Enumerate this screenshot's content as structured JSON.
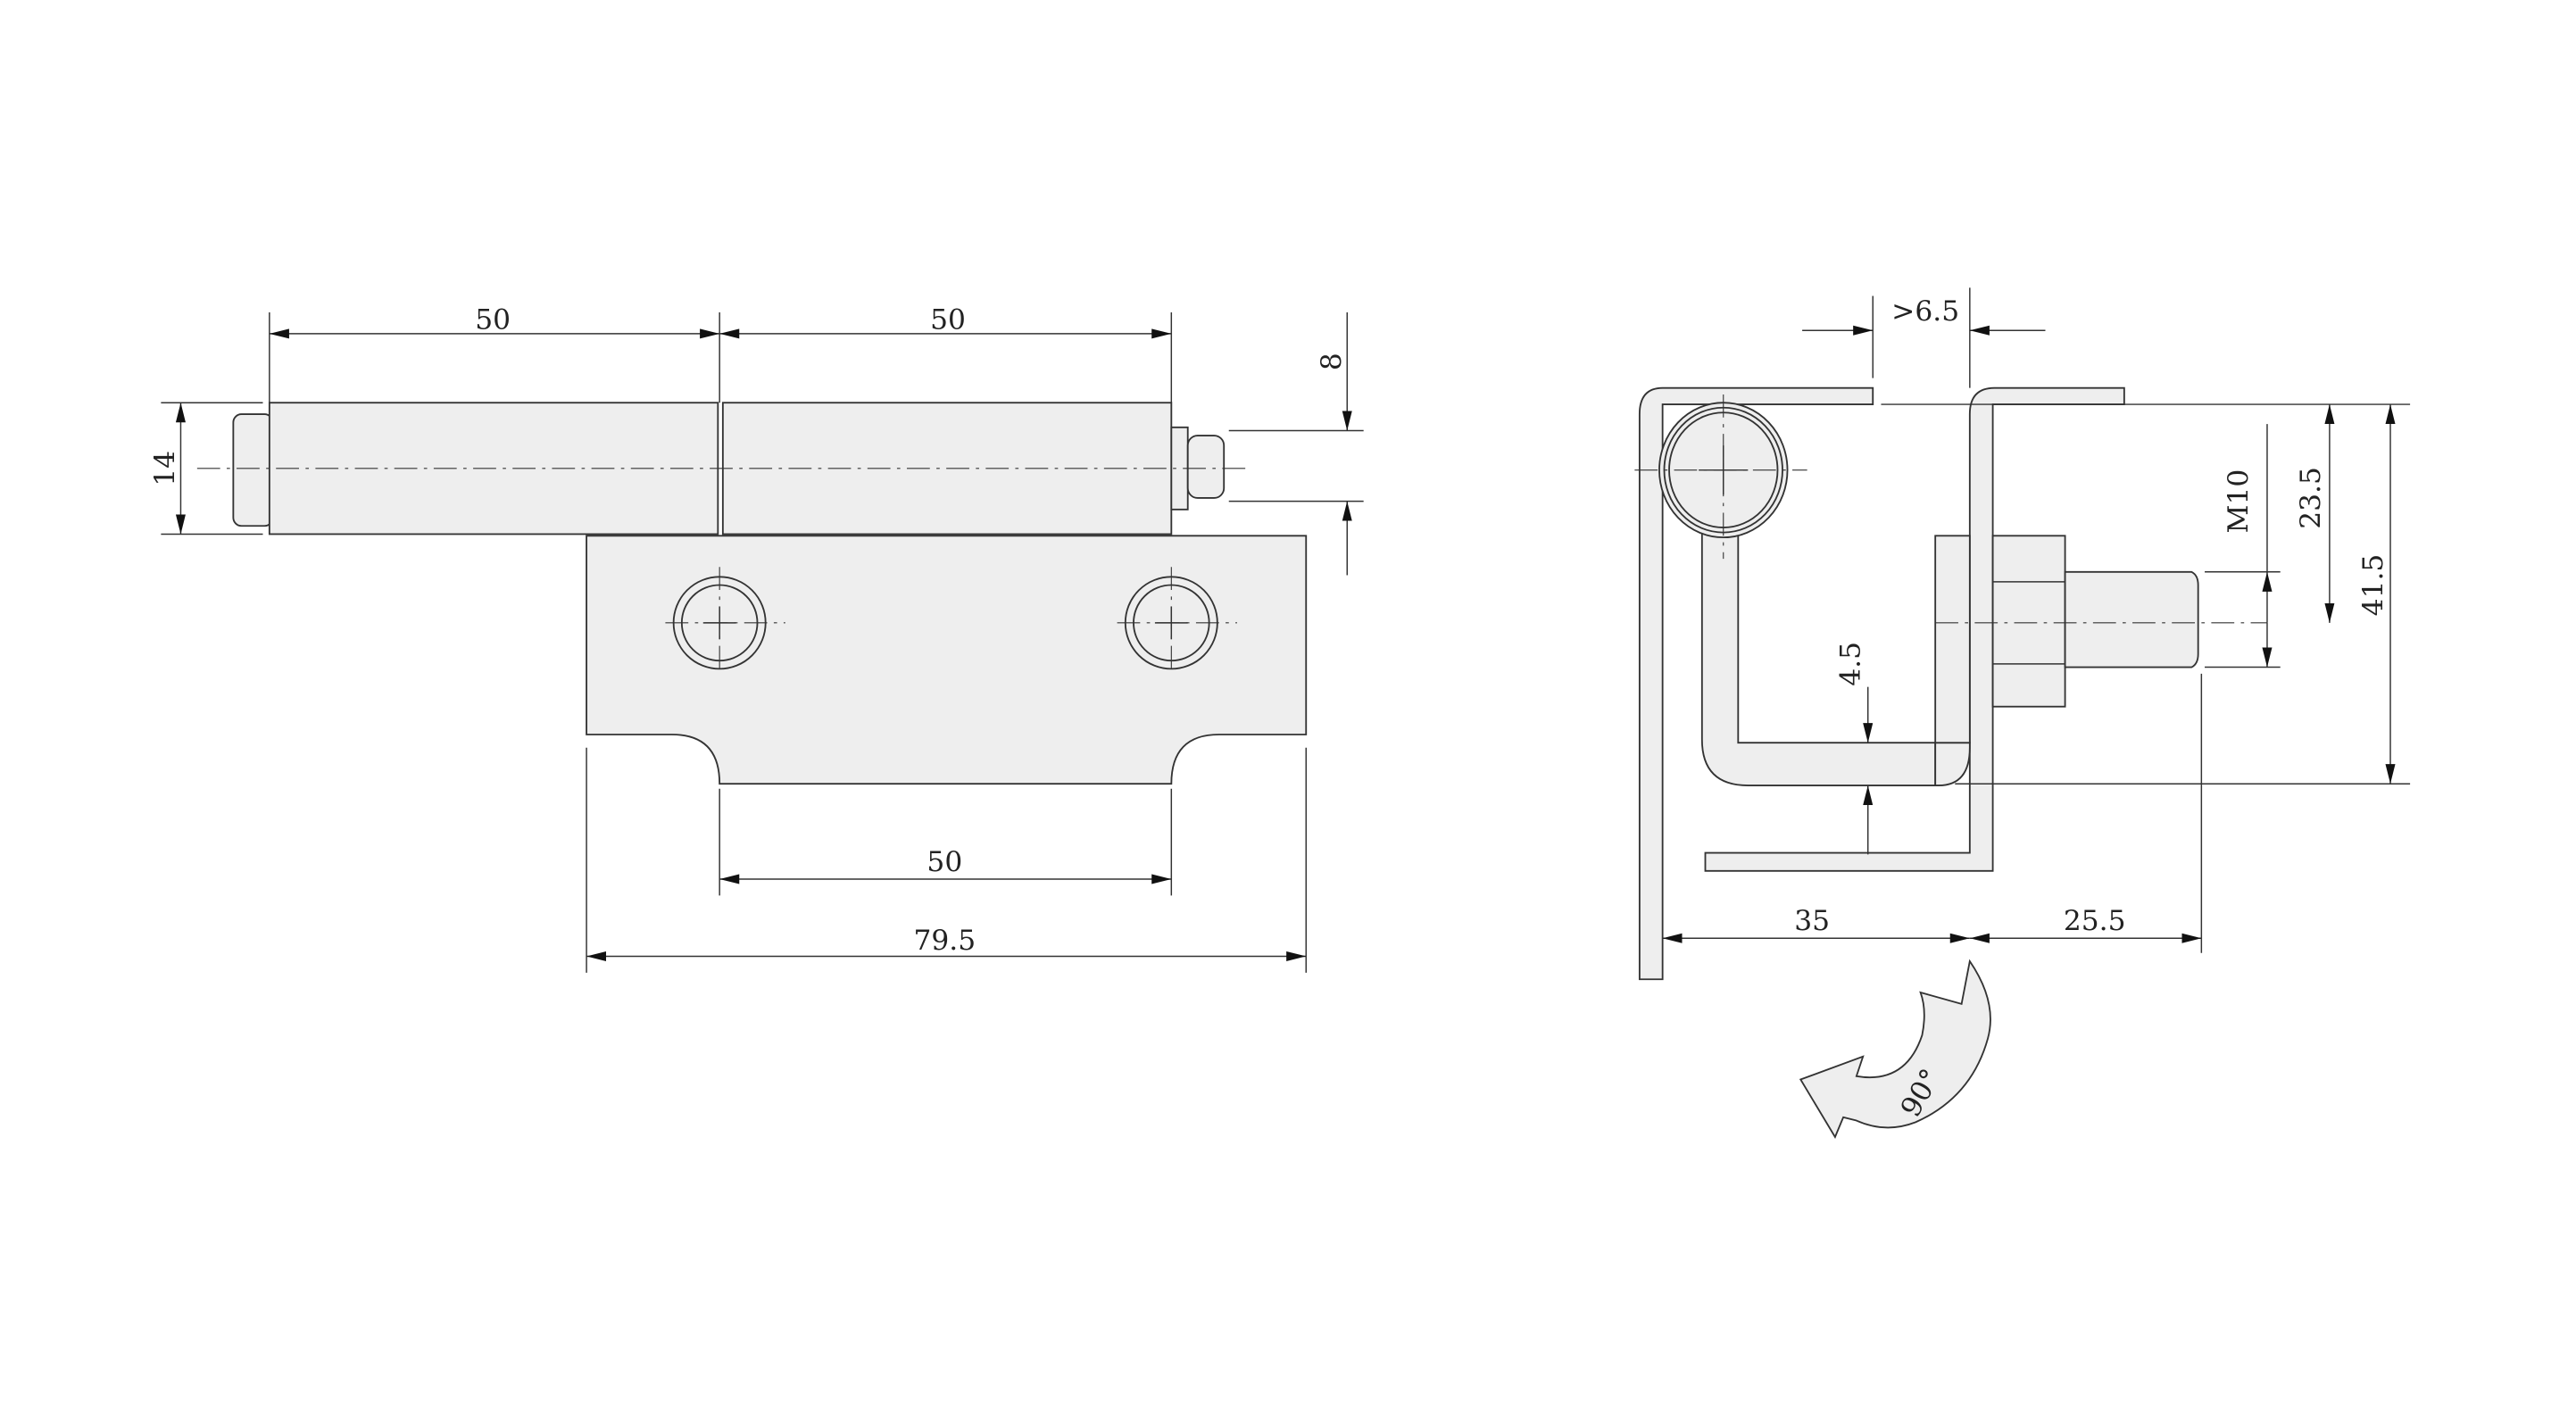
{
  "front_view": {
    "dim_pin_left": "50",
    "dim_pin_right": "50",
    "dim_pin_diameter": "14",
    "dim_end_height": "8",
    "dim_hole_spacing": "50",
    "dim_plate_width": "79.5"
  },
  "side_view": {
    "dim_gap": ">6.5",
    "dim_thread": "M10",
    "dim_center_height": "23.5",
    "dim_total_height": "41.5",
    "dim_thickness": "4.5",
    "dim_offset_left": "35",
    "dim_offset_right": "25.5",
    "rotation_label": "90°"
  },
  "colors": {
    "fill": "#eeeeee",
    "line": "#333333"
  }
}
